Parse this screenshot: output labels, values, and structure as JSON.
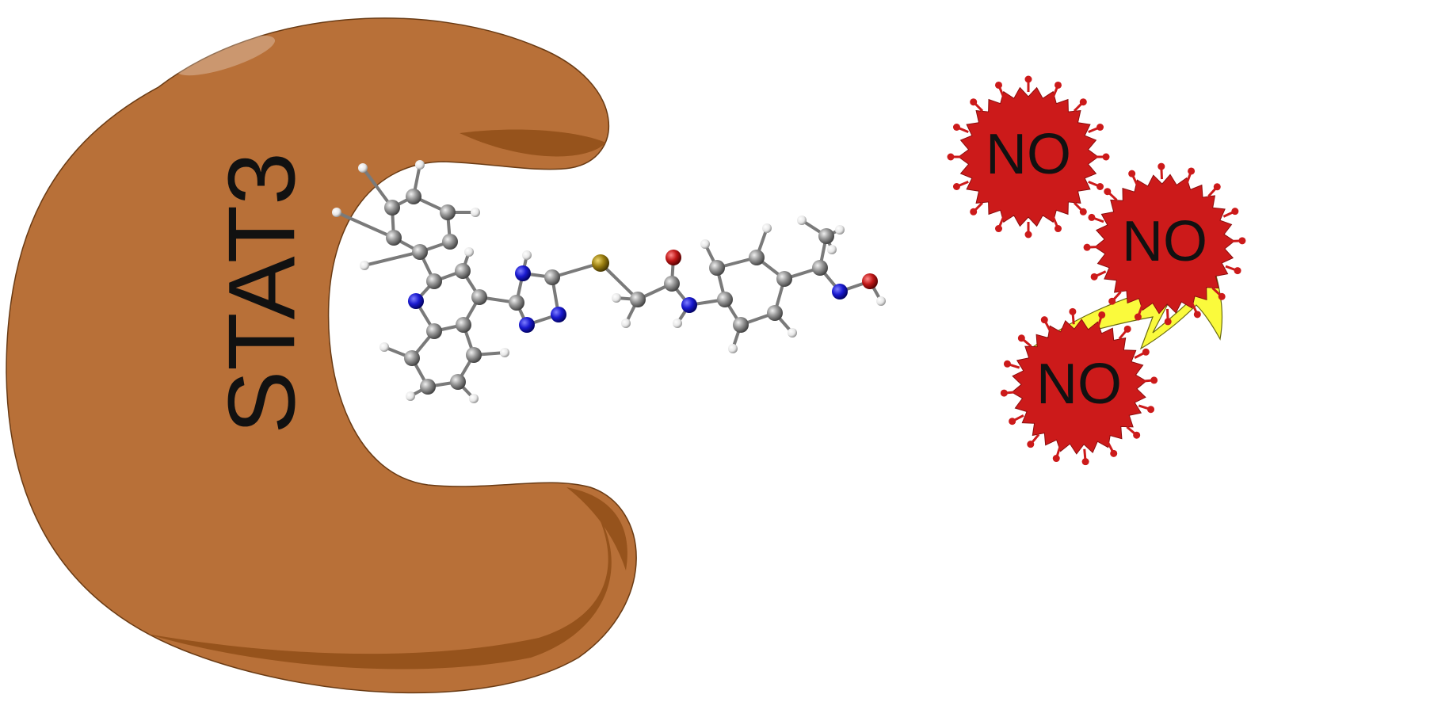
{
  "protein": {
    "label": "STAT3",
    "color": "#b87038",
    "shade_color": "#96531c"
  },
  "molecule": {
    "carbon_color": "#8e8e8e",
    "nitrogen_color": "#1a1ad0",
    "oxygen_color": "#c01818",
    "sulfur_color": "#9a7e10",
    "hydrogen_color": "#f2f2f2"
  },
  "bolt": {
    "color": "#fafa3c"
  },
  "no_particles": {
    "color": "#cc1a1a",
    "items": [
      {
        "label": "NO"
      },
      {
        "label": "NO"
      },
      {
        "label": "NO"
      }
    ]
  }
}
